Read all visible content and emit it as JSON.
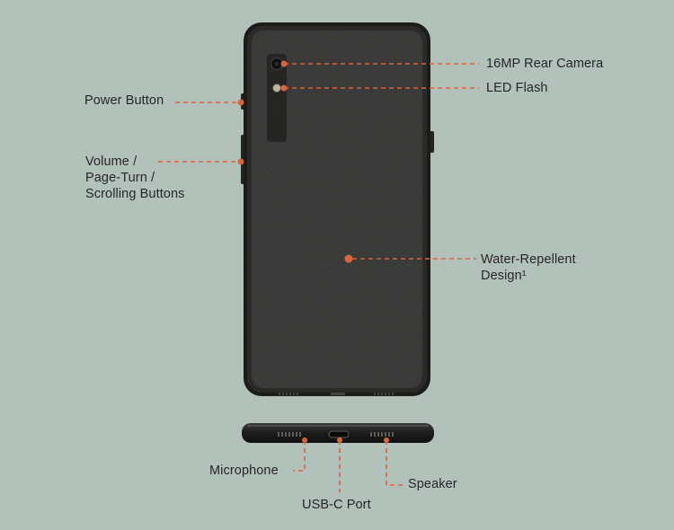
{
  "colors": {
    "background": "#b3c1bb",
    "phone_body": "#1f211f",
    "phone_texture": "#2c2d2b",
    "callout": "#d9653c"
  },
  "labels": {
    "power_button": "Power Button",
    "volume": [
      "Volume /",
      "Page-Turn /",
      "Scrolling Buttons"
    ],
    "rear_camera": "16MP Rear Camera",
    "led_flash": "LED Flash",
    "water_repellent": [
      "Water-Repellent",
      "Design¹"
    ],
    "microphone": "Microphone",
    "usb_c_port": "USB-C Port",
    "speaker": "Speaker"
  }
}
